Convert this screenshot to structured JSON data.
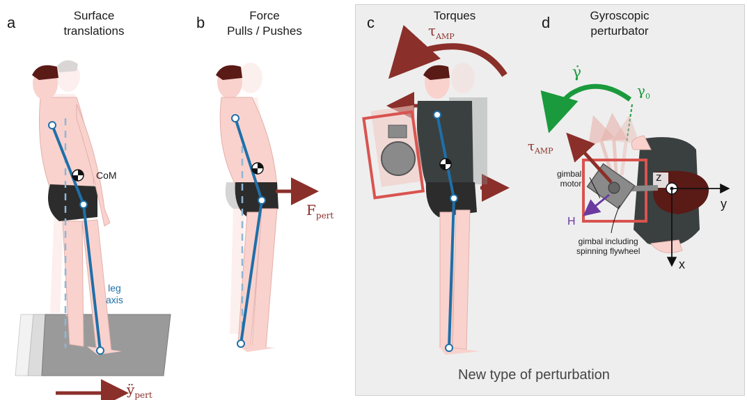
{
  "panels": {
    "a": {
      "letter": "a",
      "title_line1": "Surface",
      "title_line2": "translations"
    },
    "b": {
      "letter": "b",
      "title_line1": "Force",
      "title_line2": "Pulls / Pushes"
    },
    "c": {
      "letter": "c",
      "title_line1": "Torques"
    },
    "d": {
      "letter": "d",
      "title_line1": "Gyroscopic",
      "title_line2": "perturbator"
    }
  },
  "labels": {
    "com": "CoM",
    "leg_axis_line1": "leg",
    "leg_axis_line2": "axis",
    "ypert_main": "ÿ",
    "ypert_sub": "pert",
    "fpert_main": "F",
    "fpert_sub": "pert",
    "tau_main": "τ",
    "tau_sub": "AMP",
    "tau_d_main": "τ",
    "tau_d_sub": "AMP",
    "gamma_dot": "γ̇",
    "gamma0_main": "γ",
    "gamma0_sub": "0",
    "gimbal_motor_line1": "gimbal",
    "gimbal_motor_line2": "motor",
    "H": "H",
    "gimbal_flywheel_line1": "gimbal including",
    "gimbal_flywheel_line2": "spinning flywheel",
    "axis_z": "z",
    "axis_y": "y",
    "axis_x": "x",
    "footer": "New type of perturbation"
  },
  "colors": {
    "leg_axis": "#1f6fa8",
    "arrow_red": "#8b2f2a",
    "gamma_green": "#1a9a3c",
    "h_purple": "#6a3aa0",
    "skin": "#f7d3cf",
    "hair": "#5a1a16",
    "shorts": "#2c2c2c",
    "vest": "#3a4040",
    "box_red": "#d9534f"
  }
}
